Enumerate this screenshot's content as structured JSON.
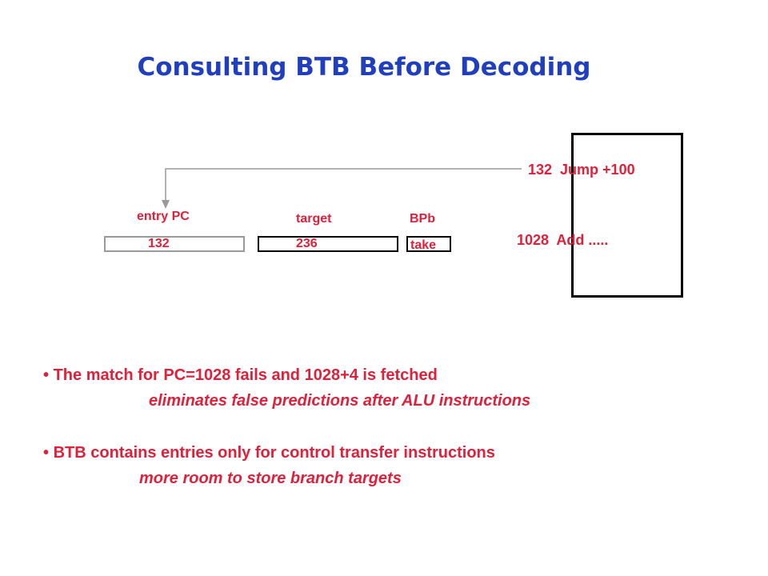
{
  "title": "Consulting BTB Before Decoding",
  "btb": {
    "entry_pc_label": "entry PC",
    "target_label": "target",
    "bpb_label": "BPb",
    "entry_pc_value": "132",
    "target_value": "236",
    "bpb_value": "take"
  },
  "memory": {
    "line1": "132  Jump +100",
    "line2": "1028  Add ....."
  },
  "bullets": [
    {
      "marker": "•",
      "text": "The match for PC=1028 fails and 1028+4 is fetched",
      "sub_marker": "",
      "sub": "eliminates false predictions after ALU instructions"
    },
    {
      "marker": "•",
      "text": "BTB contains entries only for control transfer instructions",
      "sub_marker": "",
      "sub": "more room to store branch targets"
    }
  ],
  "colors": {
    "title": "#1f3fbf",
    "text": "#e0203a",
    "arrow": "#9a9a9a"
  }
}
